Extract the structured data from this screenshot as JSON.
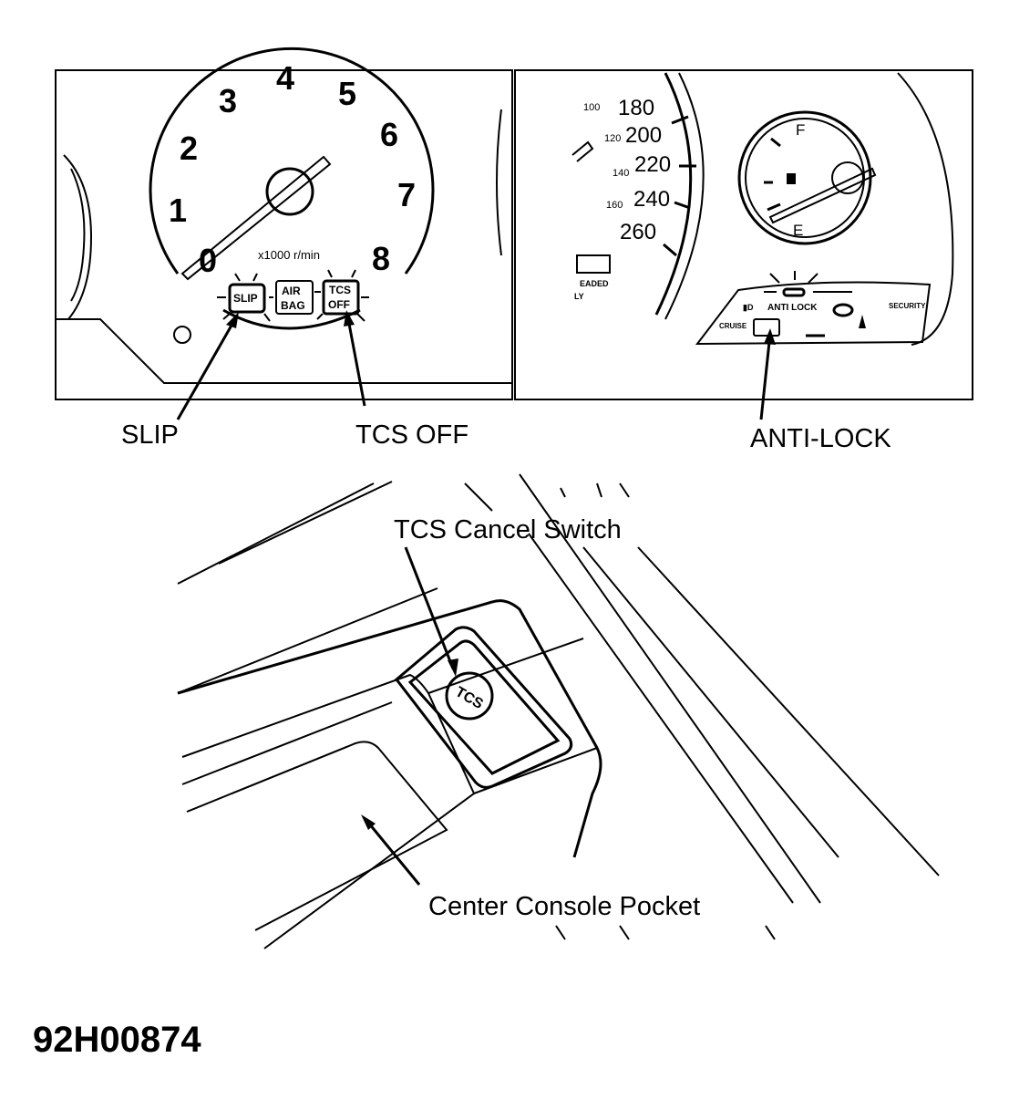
{
  "figure_id": "92H00874",
  "callouts": {
    "slip": "SLIP",
    "tcs_off": "TCS OFF",
    "anti_lock": "ANTI-LOCK",
    "tcs_cancel_switch": "TCS Cancel Switch",
    "center_console_pocket": "Center Console Pocket"
  },
  "tachometer": {
    "numbers": [
      "0",
      "1",
      "2",
      "3",
      "4",
      "5",
      "6",
      "7",
      "8"
    ],
    "unit": "x1000 r/min",
    "indicators": {
      "slip": "SLIP",
      "air": "AIR",
      "bag": "BAG",
      "tcs": "TCS",
      "off": "OFF"
    }
  },
  "speedometer": {
    "outer": [
      "180",
      "200",
      "220",
      "240",
      "260"
    ],
    "inner": [
      "100",
      "120",
      "140",
      "160"
    ],
    "partial_labels": [
      "EADED",
      "LY"
    ]
  },
  "fuel_gauge": {
    "full": "F",
    "empty": "E"
  },
  "warning_panel": {
    "anti_lock": "ANTI LOCK",
    "cruise": "CRUISE",
    "security": "SECURITY"
  },
  "switch": {
    "label": "TCS"
  }
}
